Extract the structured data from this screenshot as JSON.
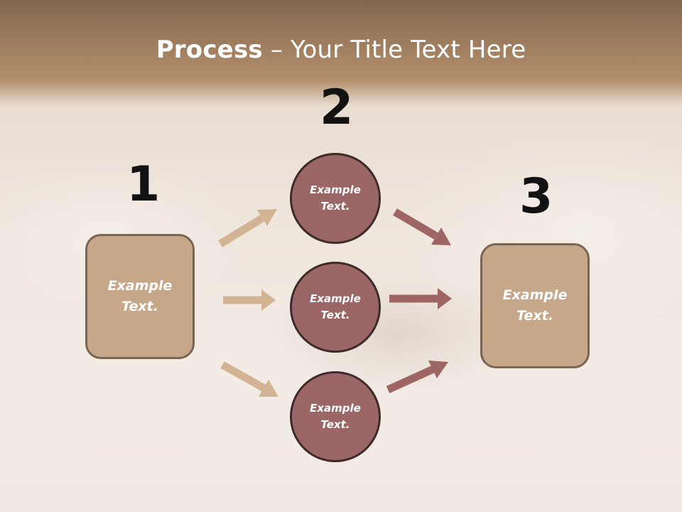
{
  "slide": {
    "title_bold": "Process",
    "title_rest": " – Your Title Text Here",
    "step_numbers": [
      "1",
      "2",
      "3"
    ],
    "left_box": {
      "text": "Example Text."
    },
    "circles": [
      {
        "text": "Example Text."
      },
      {
        "text": "Example Text."
      },
      {
        "text": "Example Text."
      }
    ],
    "right_box": {
      "text": "Example Text."
    }
  },
  "colors": {
    "title_band": "#9a7a5c",
    "box_fill": "#c6a789",
    "box_border": "#7a6552",
    "circle_fill": "#9a6666",
    "circle_border": "#3f2a2a",
    "left_arrow": "#d2b394",
    "right_arrow": "#9e6565"
  }
}
